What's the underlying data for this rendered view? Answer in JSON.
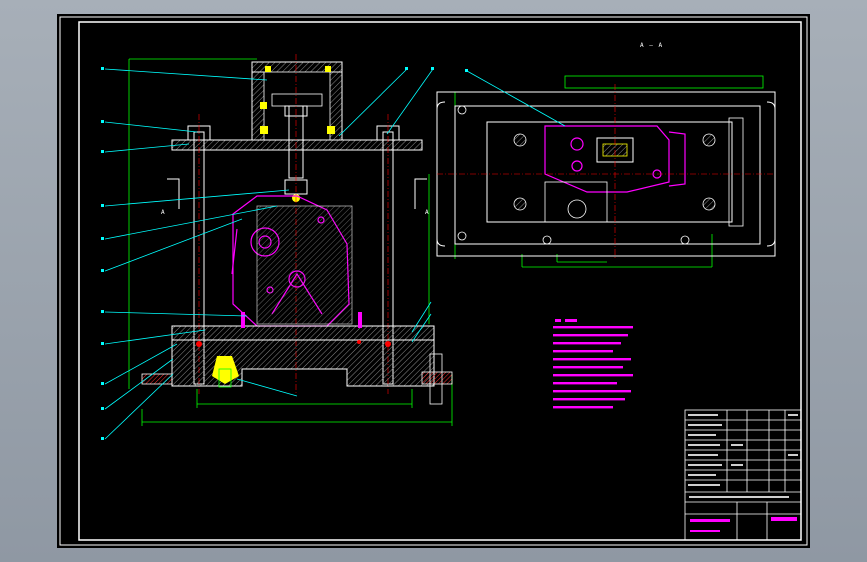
{
  "app": {
    "canvas_background": "#000000",
    "viewport_background": "#9aa3ad"
  },
  "colors": {
    "outline": "#ffffff",
    "dimension": "#00ff00",
    "part": "#ff00ff",
    "leader": "#00ffff",
    "center_line": "#ff0000",
    "highlight": "#ffff00",
    "hatch": "#8a8a8a"
  },
  "drawing": {
    "section_label": "A — A",
    "cut_marks": [
      "A",
      "A"
    ],
    "notes_color": "#ff00ff",
    "title_block_color": "#ffffff"
  }
}
